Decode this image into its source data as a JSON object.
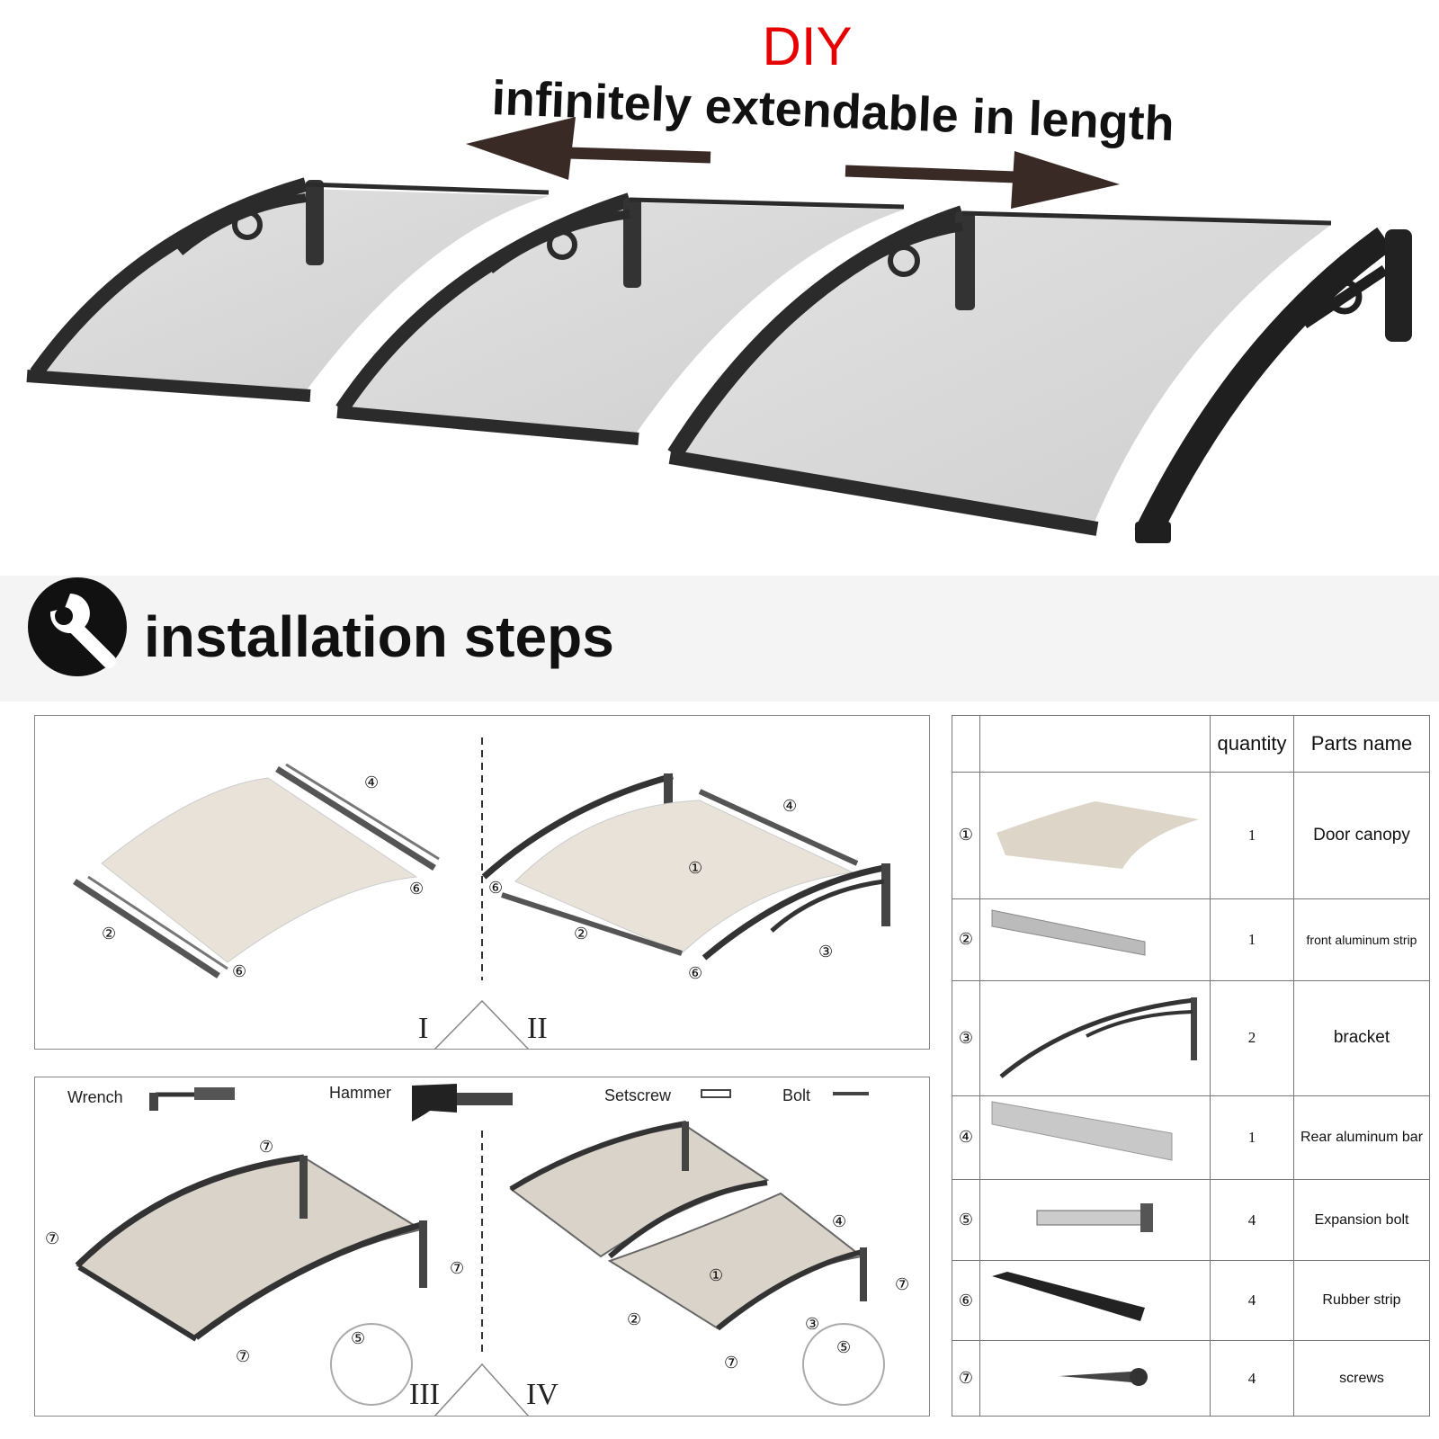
{
  "hero": {
    "title": "DIY",
    "tagline": "infinitely extendable in length",
    "colors": {
      "title": "#e60000",
      "frame": "#2b2b2b",
      "panel": "#d4d4d4",
      "arrow": "#3a2a26"
    }
  },
  "install": {
    "title": "installation steps",
    "icon": "wrench-icon"
  },
  "steps": {
    "labels": [
      "I",
      "II",
      "III",
      "IV"
    ],
    "tools": [
      "Wrench",
      "Hammer",
      "Setscrew",
      "Bolt"
    ]
  },
  "parts_table": {
    "headers": {
      "quantity": "quantity",
      "name": "Parts name"
    },
    "rows": [
      {
        "num": "①",
        "qty": "1",
        "name": "Door canopy"
      },
      {
        "num": "②",
        "qty": "1",
        "name": "front aluminum strip"
      },
      {
        "num": "③",
        "qty": "2",
        "name": "bracket"
      },
      {
        "num": "④",
        "qty": "1",
        "name": "Rear aluminum bar"
      },
      {
        "num": "⑤",
        "qty": "4",
        "name": "Expansion bolt"
      },
      {
        "num": "⑥",
        "qty": "4",
        "name": "Rubber strip"
      },
      {
        "num": "⑦",
        "qty": "4",
        "name": "screws"
      }
    ]
  }
}
